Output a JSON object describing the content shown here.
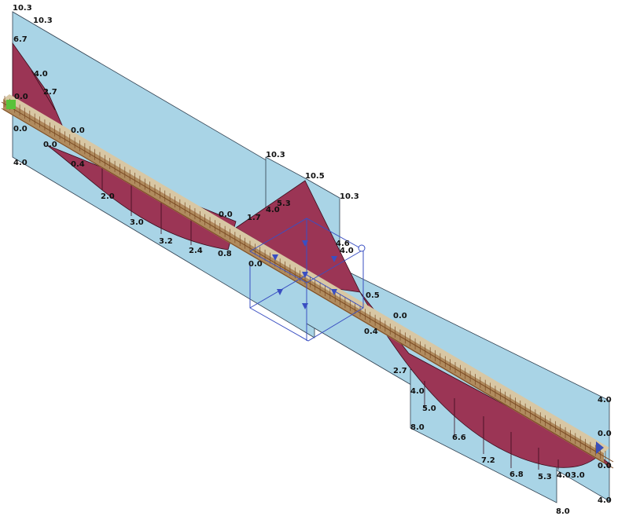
{
  "colors": {
    "background": "#ffffff",
    "plane_fill": "#a9d4e6",
    "plane_stroke": "#2e3e4e",
    "diagram_fill": "#9b3555",
    "diagram_stroke": "#3a0d1c",
    "beam_top": "#d8c7a4",
    "beam_side": "#b08b5e",
    "rebar": "#7a4a22",
    "selection_box": "#3a4fc2",
    "support_left": "#59c23a",
    "support_right": "#3a4fb8"
  },
  "icons": {
    "left_support": "support-icon",
    "right_support": "support-icon",
    "gizmo_arrows": "move-arrow-icon",
    "rotate_handle": "rotate-handle-icon"
  },
  "labels": {
    "l01": "10.3",
    "l02": "10.3",
    "l03": "6.7",
    "l04": "4.0",
    "l05": "2.7",
    "l06": "0.0",
    "l07": "0.0",
    "l08": "0.0",
    "l09": "4.0",
    "l10": "0.4",
    "l11": "0.0",
    "l12": "2.0",
    "l13": "3.0",
    "l14": "3.2",
    "l15": "2.4",
    "l16": "0.8",
    "l17": "0.0",
    "l18": "1.7",
    "l19": "4.0",
    "l20": "5.3",
    "l21": "10.3",
    "l22": "10.5",
    "l23": "10.3",
    "l24": "4.6",
    "l25": "4.0",
    "l26": "0.0",
    "l27": "0.5",
    "l28": "0.0",
    "l29": "0.4",
    "l30": "2.7",
    "l31": "4.0",
    "l32": "5.0",
    "l33": "8.0",
    "l34": "6.6",
    "l35": "7.2",
    "l36": "6.8",
    "l37": "5.3",
    "l38": "4.0",
    "l39": "3.0",
    "l40": "4.0",
    "l41": "0.0",
    "l42": "0.0",
    "l43": "4.0",
    "l44": "8.0"
  }
}
